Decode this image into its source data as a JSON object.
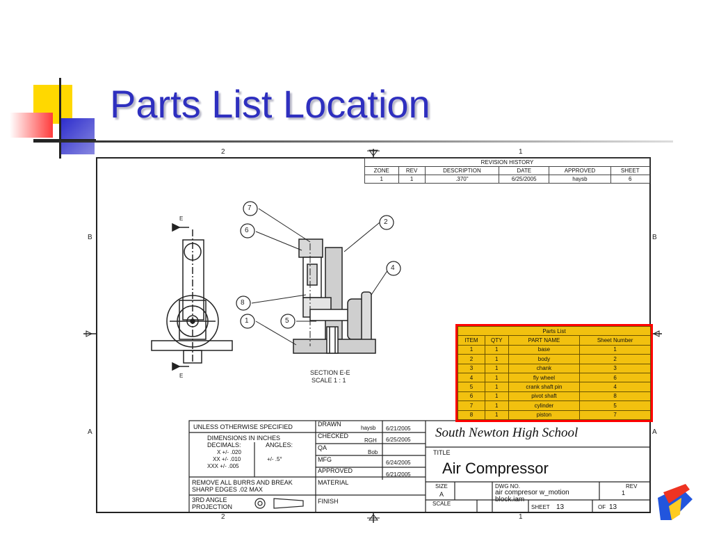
{
  "slide": {
    "title": "Parts List Location",
    "accent_colors": {
      "yellow": "#ffd800",
      "red": "#ff3b3b",
      "blue": "#2b2bcc",
      "title": "#2e2fbf"
    }
  },
  "drawing": {
    "zone_top": [
      "2",
      "1"
    ],
    "zone_bottom": [
      "2",
      "1"
    ],
    "zone_left": [
      "B",
      "A"
    ],
    "zone_right": [
      "B",
      "A"
    ],
    "section_label": "SECTION  E-E",
    "scale_label": "SCALE 1 : 1",
    "section_arrow_label": "E",
    "balloons": [
      "7",
      "6",
      "2",
      "4",
      "8",
      "1",
      "5"
    ]
  },
  "revision_history": {
    "title": "REVISION HISTORY",
    "headers": [
      "ZONE",
      "REV",
      "DESCRIPTION",
      "DATE",
      "APPROVED",
      "SHEET"
    ],
    "rows": [
      [
        "1",
        "1",
        ".370\"",
        "6/25/2005",
        "haysb",
        "6"
      ]
    ]
  },
  "parts_list": {
    "title": "Parts List",
    "headers": [
      "ITEM",
      "QTY",
      "PART NAME",
      "Sheet Number"
    ],
    "rows": [
      [
        "1",
        "1",
        "base",
        "1"
      ],
      [
        "2",
        "1",
        "body",
        "2"
      ],
      [
        "3",
        "1",
        "chank",
        "3"
      ],
      [
        "4",
        "1",
        "fly wheel",
        "6"
      ],
      [
        "5",
        "1",
        "crank shaft pin",
        "4"
      ],
      [
        "6",
        "1",
        "pivot shaft",
        "8"
      ],
      [
        "7",
        "1",
        "cylinder",
        "5"
      ],
      [
        "8",
        "1",
        "piston",
        "7"
      ]
    ]
  },
  "title_block": {
    "unless": "UNLESS OTHERWISE SPECIFIED",
    "dimensions": "DIMENSIONS IN INCHES",
    "decimals": "DECIMALS:",
    "angles": "ANGLES:",
    "tol_x": "X +/- .020",
    "tol_xx": "XX +/- .010",
    "tol_xxx": "XXX +/- .005",
    "tol_angle": "+/- .5°",
    "burrs": "REMOVE ALL BURRS AND BREAK",
    "edges": "SHARP EDGES .02 MAX",
    "projection1": "3RD ANGLE",
    "projection2": "PROJECTION",
    "drawn": "DRAWN",
    "drawn_by": "haysb",
    "drawn_date": "6/21/2005",
    "checked": "CHECKED",
    "checked_by": "RGH",
    "checked_date": "6/25/2005",
    "qa": "QA",
    "qa_by": "Bob",
    "mfg": "MFG",
    "mfg_date": "6/24/2005",
    "approved": "APPROVED",
    "approved_date": "6/21/2005",
    "material": "MATERIAL",
    "finish": "FINISH",
    "school": "South Newton High School",
    "title_label": "TITLE",
    "part_title": "Air Compressor",
    "size_label": "SIZE",
    "size": "A",
    "dwg_label": "DWG NO.",
    "dwg_no": "air compresor w_motion",
    "dwg_no2": "block.iam",
    "rev_label": "REV",
    "rev": "1",
    "scale_label": "SCALE",
    "sheet_label": "SHEET",
    "sheet": "13",
    "of_label": "OF",
    "of": "13"
  }
}
